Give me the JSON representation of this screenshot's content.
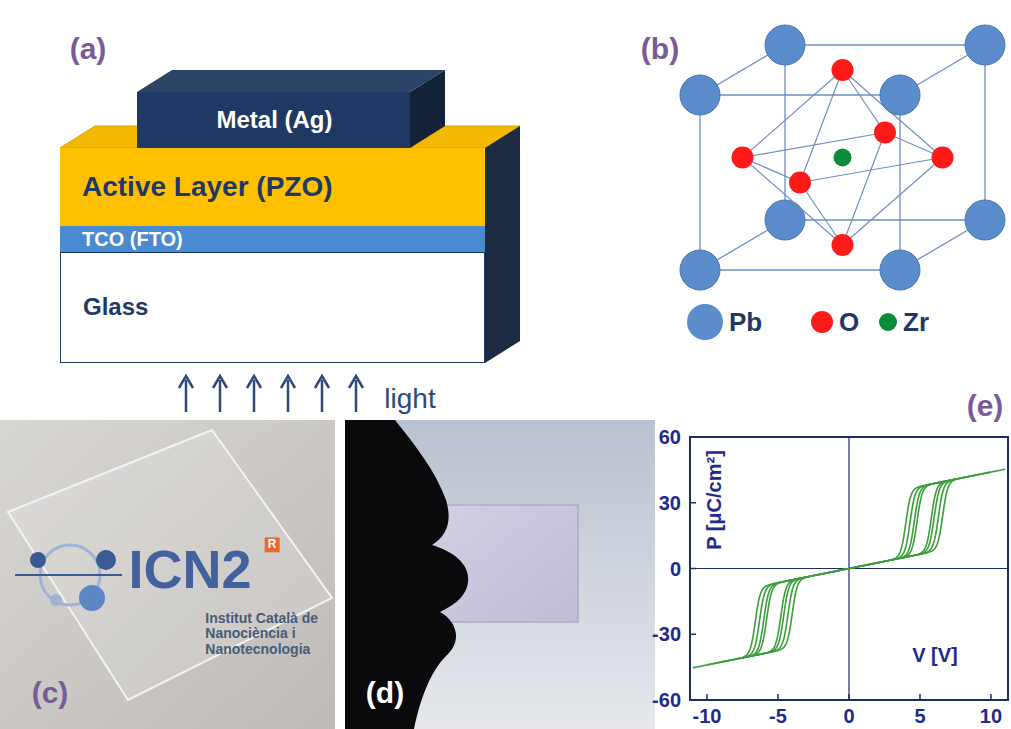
{
  "diagram": {
    "nodes": [
      {
        "text": [
          "Metal (Ag)"
        ]
      },
      {
        "text": [
          "Active Layer (PZO)"
        ]
      },
      {
        "text": [
          "TCO (FTO)"
        ]
      },
      {
        "text": [
          "Glass"
        ]
      }
    ],
    "labels": [
      "(a)",
      "(b)",
      "light",
      "(c)",
      "ICN2",
      "R",
      "Institut Català de Nanociència i Nanotecnologia",
      "(d)",
      "(e)",
      "60",
      "30",
      "0",
      "-30",
      "-60",
      "P [μC/cm²]",
      "V [V]",
      "-10",
      "-5",
      "0",
      "5",
      "10"
    ],
    "legend": [
      {
        "text": "Pb",
        "color": "#5b8ccb"
      },
      {
        "text": "O",
        "color": "#ff1a1a"
      },
      {
        "text": "Zr",
        "color": "#0b8a3a"
      }
    ]
  }
}
